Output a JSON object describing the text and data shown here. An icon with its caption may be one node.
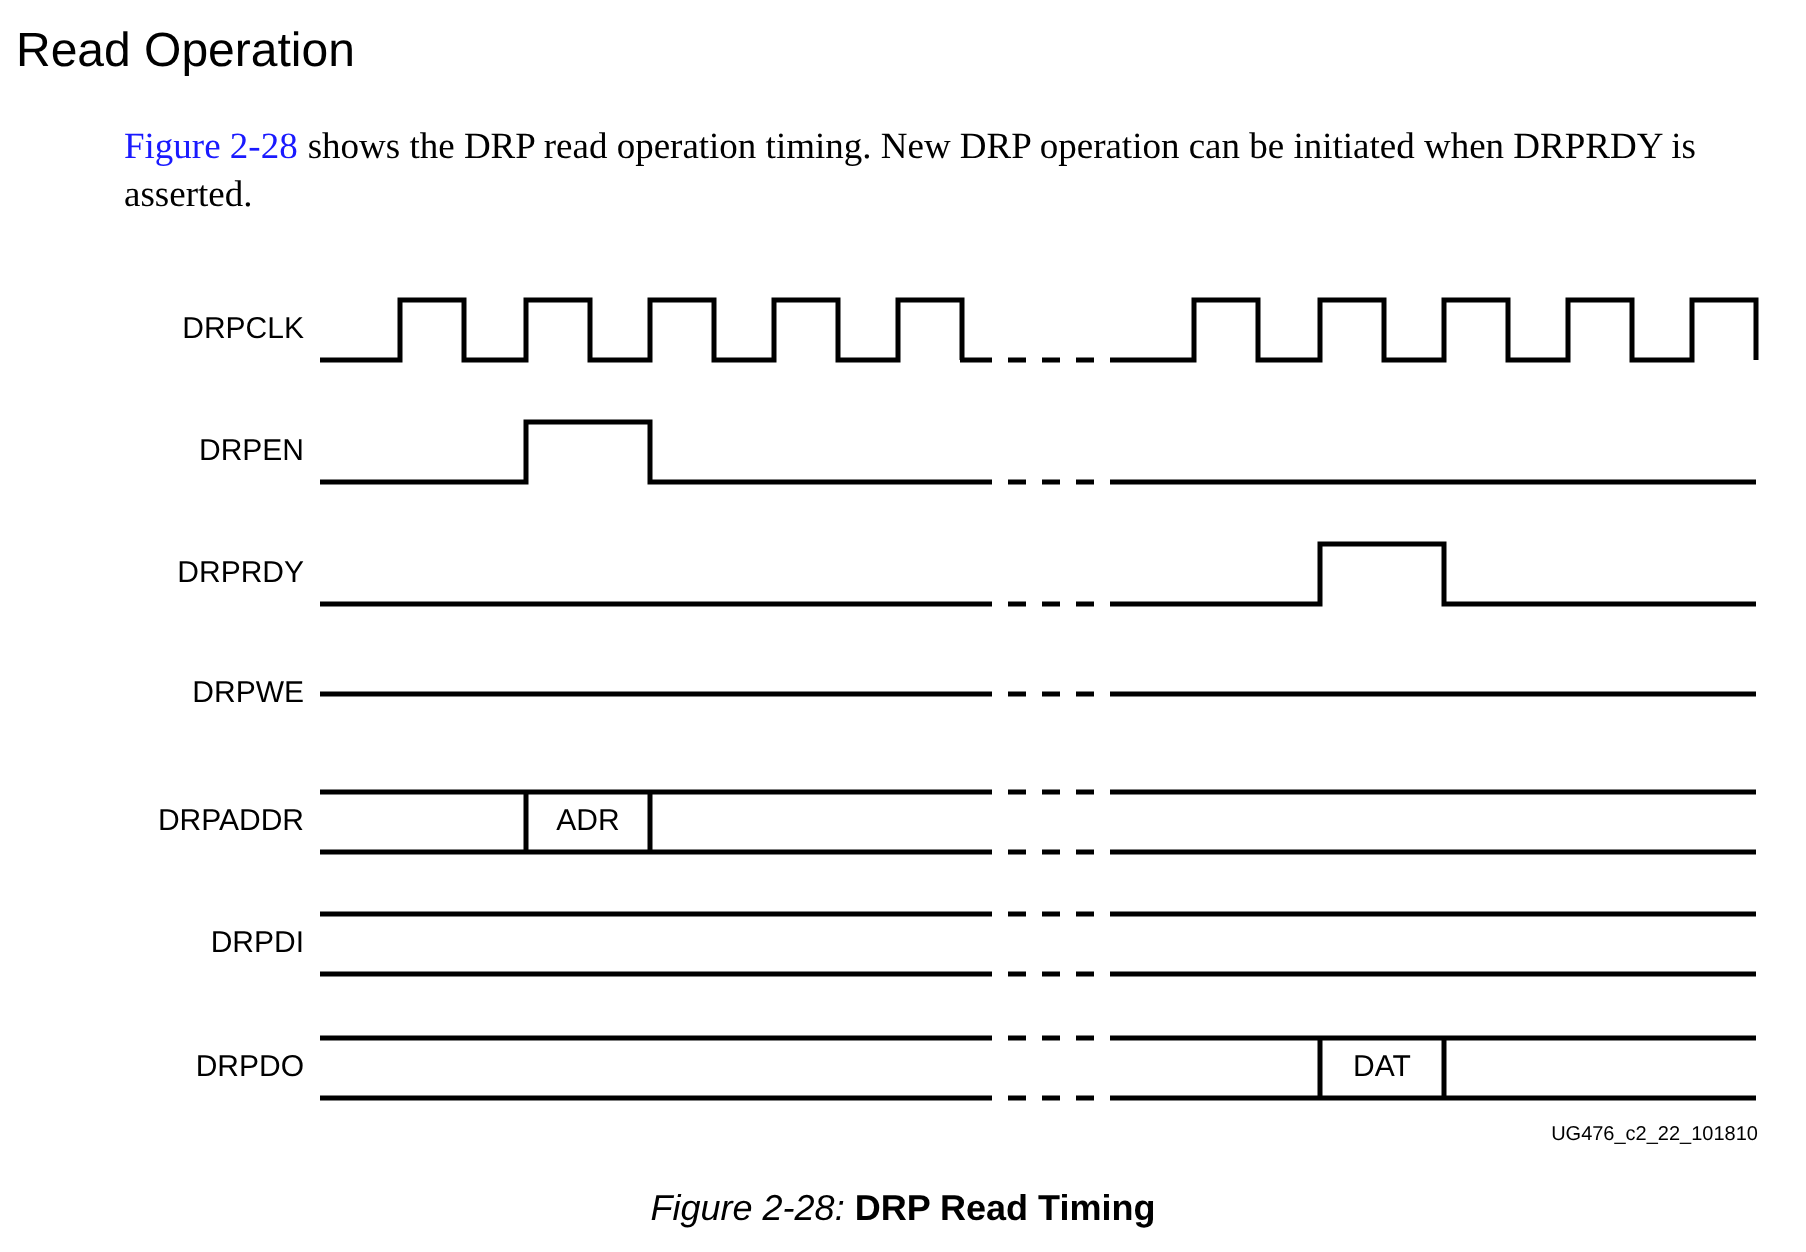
{
  "diagram": {
    "title": "Read Operation",
    "caption": "*Figure 2-28:* **DRP Read Timing**",
    "labels": [
      "Figure 2-28",
      "shows the DRP read operation timing. New DRP operation can be initiated when DRPRDY is asserted.",
      "DRPCLK",
      "DRPEN",
      "DRPRDY",
      "DRPWE",
      "DRPADDR",
      "ADR",
      "DRPDI",
      "DRPDO",
      "DAT",
      "UG476_c2_22_101810"
    ]
  }
}
